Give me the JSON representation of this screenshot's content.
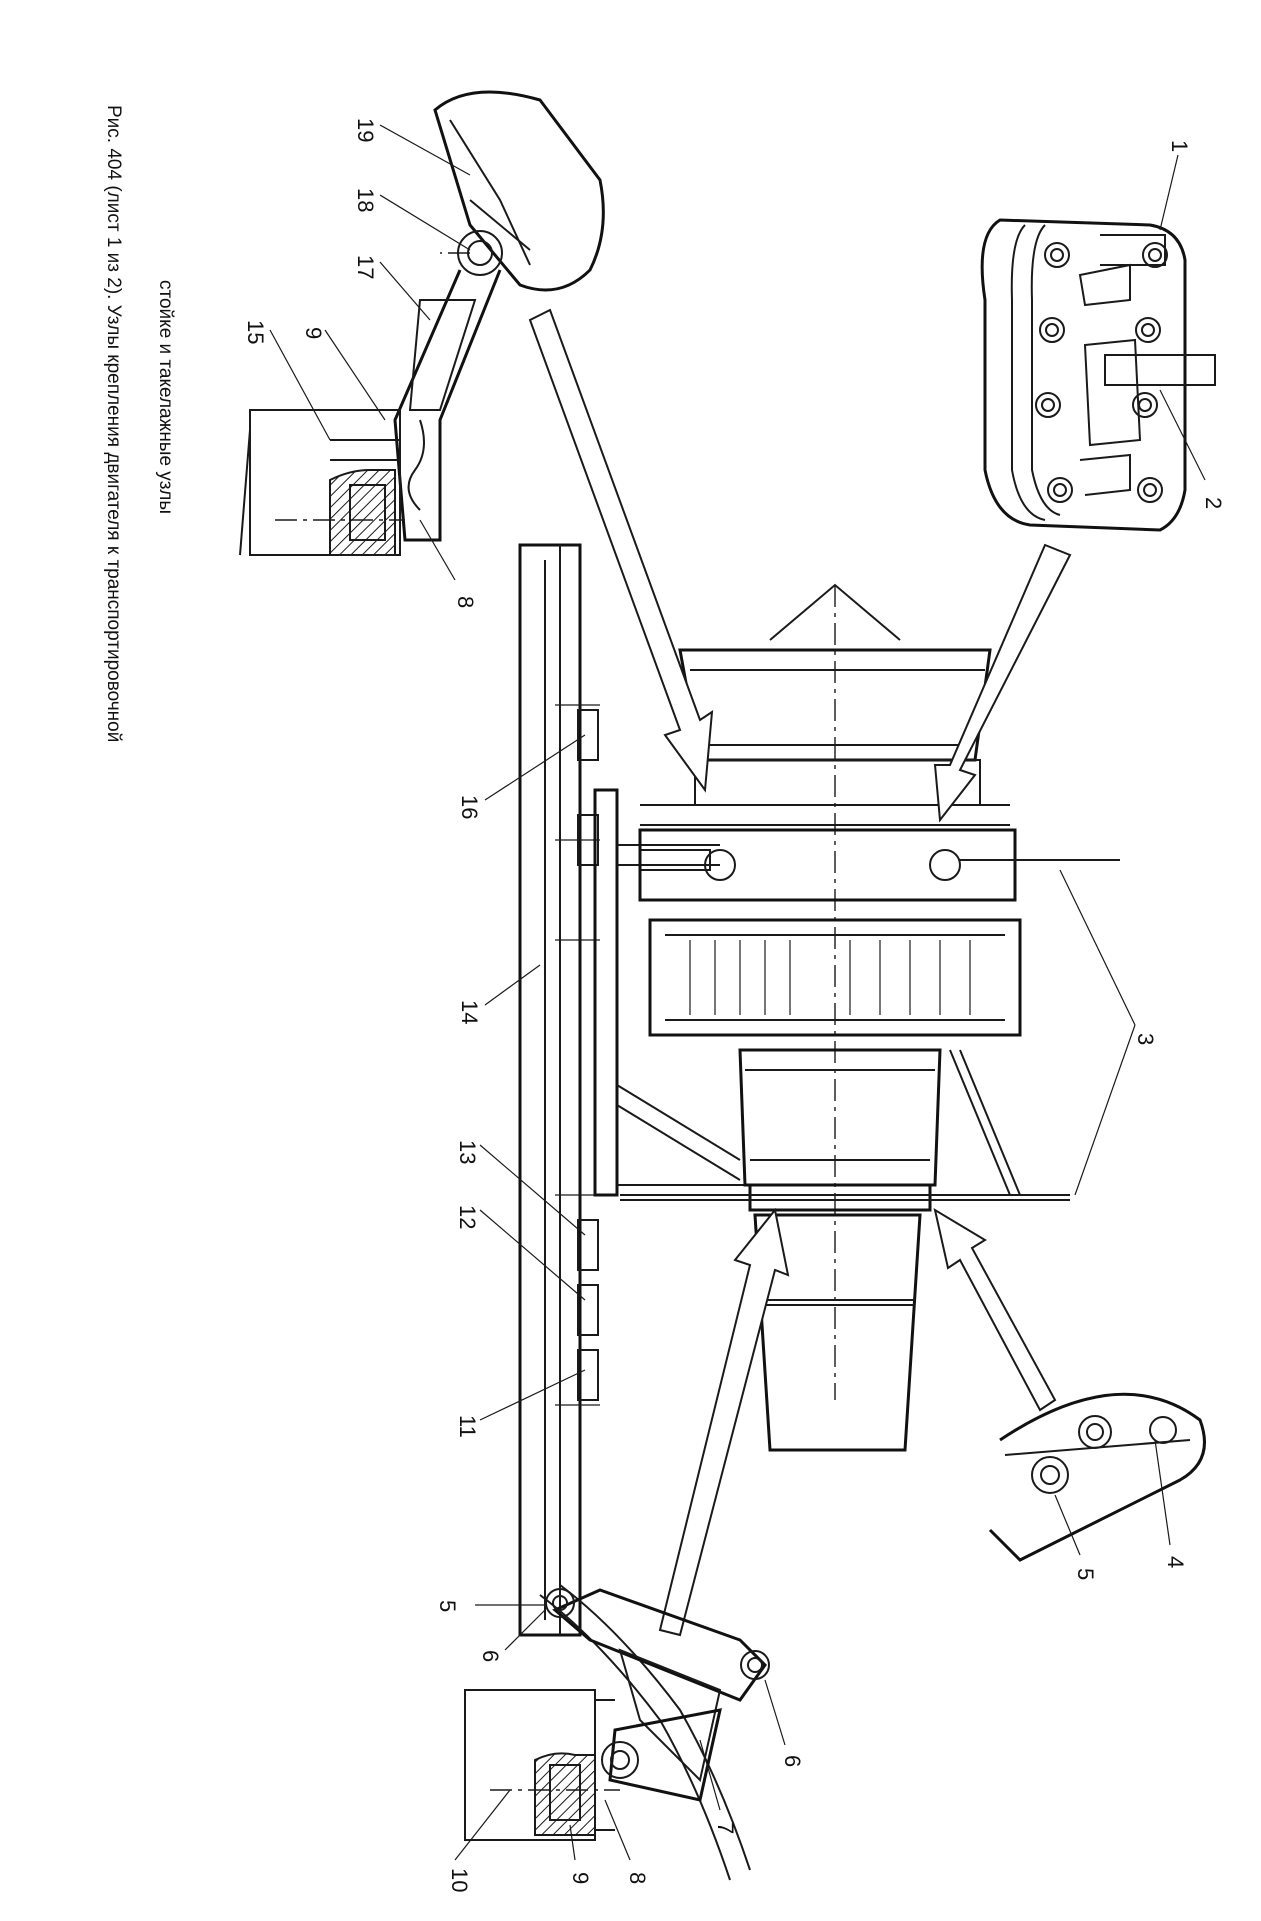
{
  "figure": {
    "caption_line1": "Рис. 404 (лист 1 из 2). Узлы крепления двигателя к транспортировочной",
    "caption_line2": "стойке и такелажные узлы"
  },
  "callouts": [
    "1",
    "2",
    "3",
    "4",
    "5",
    "5",
    "6",
    "6",
    "7",
    "8",
    "8",
    "9",
    "9",
    "10",
    "11",
    "12",
    "13",
    "14",
    "15",
    "16",
    "17",
    "18",
    "19"
  ]
}
